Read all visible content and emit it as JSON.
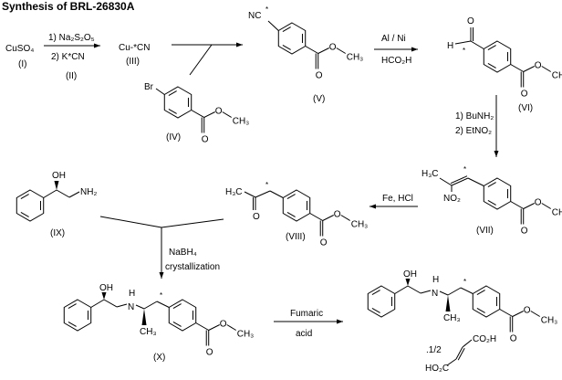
{
  "title": "Synthesis of BRL-26830A",
  "compounds": {
    "I": {
      "formula": "CuSO₄",
      "label": "(I)"
    },
    "II": {
      "label": "(II)"
    },
    "III": {
      "formula": "Cu-*CN",
      "label": "(III)"
    },
    "IV": {
      "label": "(IV)",
      "br": "Br"
    },
    "V": {
      "label": "(V)",
      "nc": "NC"
    },
    "VI": {
      "label": "(VI)",
      "h": "H",
      "o": "O"
    },
    "VII": {
      "label": "(VII)",
      "h3c": "H₃C",
      "no2": "NO₂"
    },
    "VIII": {
      "label": "(VIII)",
      "h3c": "H₃C",
      "o": "O"
    },
    "IX": {
      "label": "(IX)",
      "oh": "OH",
      "nh2": "NH₂"
    },
    "X": {
      "label": "(X)",
      "oh": "OH",
      "nh": "H",
      "n": "N",
      "ch3": "CH₃"
    },
    "product": {
      "oh": "OH",
      "nh": "H",
      "n": "N",
      "ch3": "CH₃",
      "salt": ".1/2",
      "co2h": "CO₂H",
      "ho2c": "HO₂C"
    }
  },
  "ester": {
    "o": "O",
    "ch3": "CH₃"
  },
  "star": "*",
  "reagents": {
    "step1_a": "1) Na₂S₂O₅",
    "step1_b": "2) K*CN",
    "step3_a": "Al / Ni",
    "step3_b": "HCO₂H",
    "step4_a": "1) BuNH₂",
    "step4_b": "2) EtNO₂",
    "step5": "Fe, HCl",
    "step6_a": "NaBH₄",
    "step6_b": "crystallization",
    "step7_a": "Fumaric",
    "step7_b": "acid"
  }
}
